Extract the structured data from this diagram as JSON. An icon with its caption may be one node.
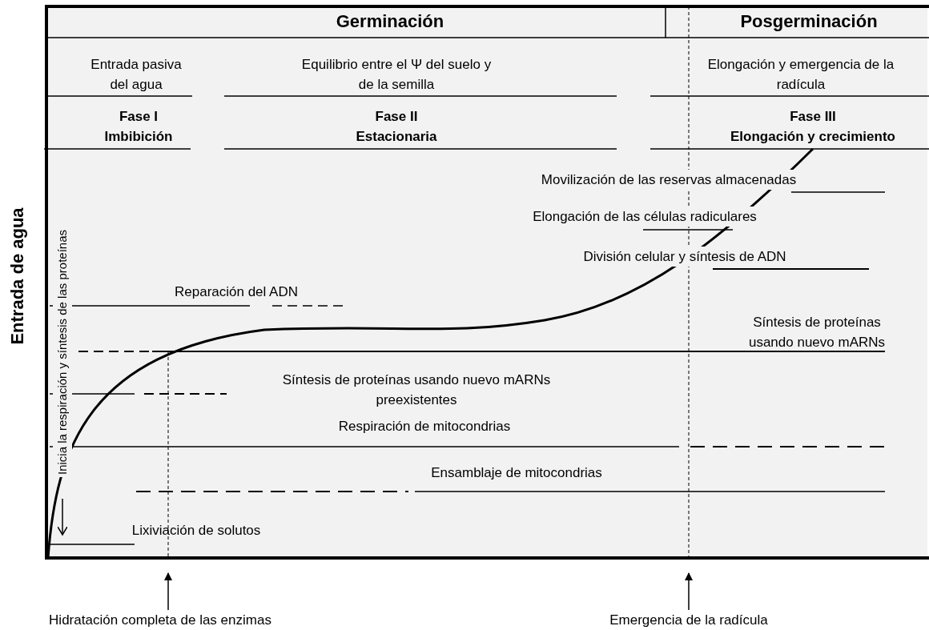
{
  "diagram": {
    "nodes": [
      {
        "text": [
          "Hidratación completa de las enzimas"
        ]
      },
      {
        "text": [
          "Emergencia de la radícula"
        ]
      }
    ],
    "edges": [
      {
        "from": 0,
        "to": null,
        "arrow": "to"
      },
      {
        "from": 1,
        "to": null,
        "arrow": "to"
      }
    ],
    "labels": [
      "Germinación",
      "Posgerminación",
      "Entrada pasiva del agua",
      "Equilibrio entre el Ψ del suelo y de la semilla",
      "Elongación y emergencia de la radícula",
      "Fase I",
      "Imbibición",
      "Fase II",
      "Estacionaria",
      "Fase III",
      "Elongación y crecimiento",
      "Inicia la respiración y síntesis de las proteínas",
      "Entrada de agua",
      "Movilización de las reservas almacenadas",
      "Elongación de las células radiculares",
      "División celular y síntesis de ADN",
      "Reparación del ADN",
      "Síntesis de proteínas usando nuevo mARNs",
      "Síntesis de proteínas usando nuevo mARNs preexistentes",
      "Respiración de mitocondrias",
      "Ensamblaje de mitocondrias",
      "Lixiviación de solutos"
    ]
  }
}
